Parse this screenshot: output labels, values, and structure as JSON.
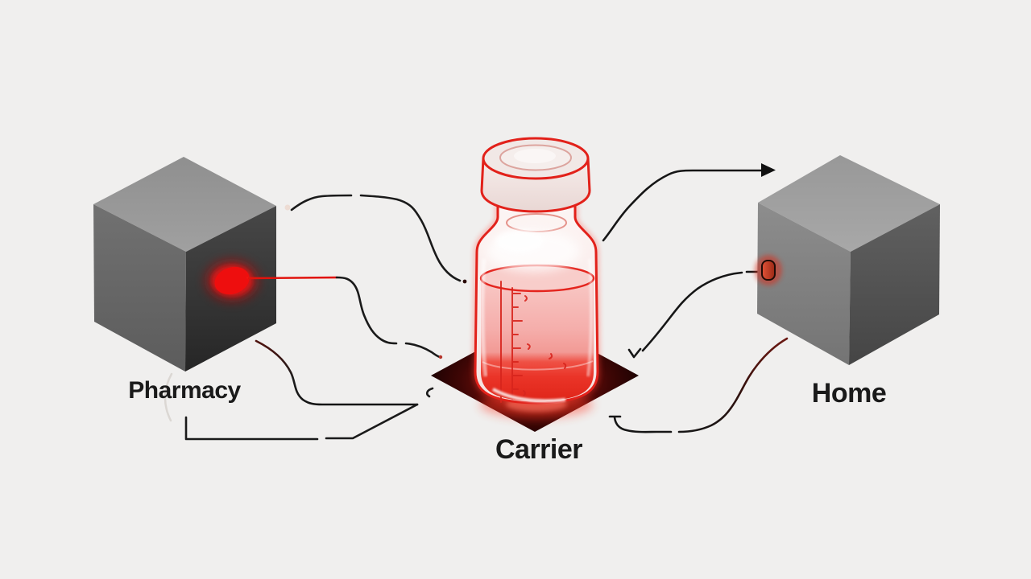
{
  "background_color": "#f0efee",
  "diagram": {
    "nodes": [
      {
        "id": "pharmacy",
        "label": "Pharmacy",
        "shape": "gray-isometric-cube",
        "marker": "glowing-red-dot"
      },
      {
        "id": "carrier",
        "label": "Carrier",
        "shape": "glass-medicine-vial-with-red-liquid",
        "base": "dark-red-diamond-platform"
      },
      {
        "id": "home",
        "label": "Home",
        "shape": "gray-isometric-cube",
        "marker": "small-red-button"
      }
    ],
    "connections": [
      {
        "from": "pharmacy",
        "to": "carrier",
        "style": "curved-lines",
        "count": 3
      },
      {
        "from": "carrier",
        "to": "home",
        "style": "curved-arrow-solid-head",
        "count": 1
      },
      {
        "from": "home",
        "to": "carrier",
        "style": "curved-lines",
        "count": 2
      }
    ],
    "colors": {
      "accent_red": "#e8231c",
      "bright_red": "#ee0e0e",
      "line_black": "#1a1a1a",
      "label_text": "#1a1a1a",
      "cube_top": "#969696",
      "cube_left_face": "#6a6a6a",
      "cube_right_face": "#383838",
      "platform_center": "#8c1210",
      "liquid_pink": "#f5aeab",
      "liquid_deep_red": "#e92e22",
      "cap_cream": "#f2e9e7"
    }
  }
}
